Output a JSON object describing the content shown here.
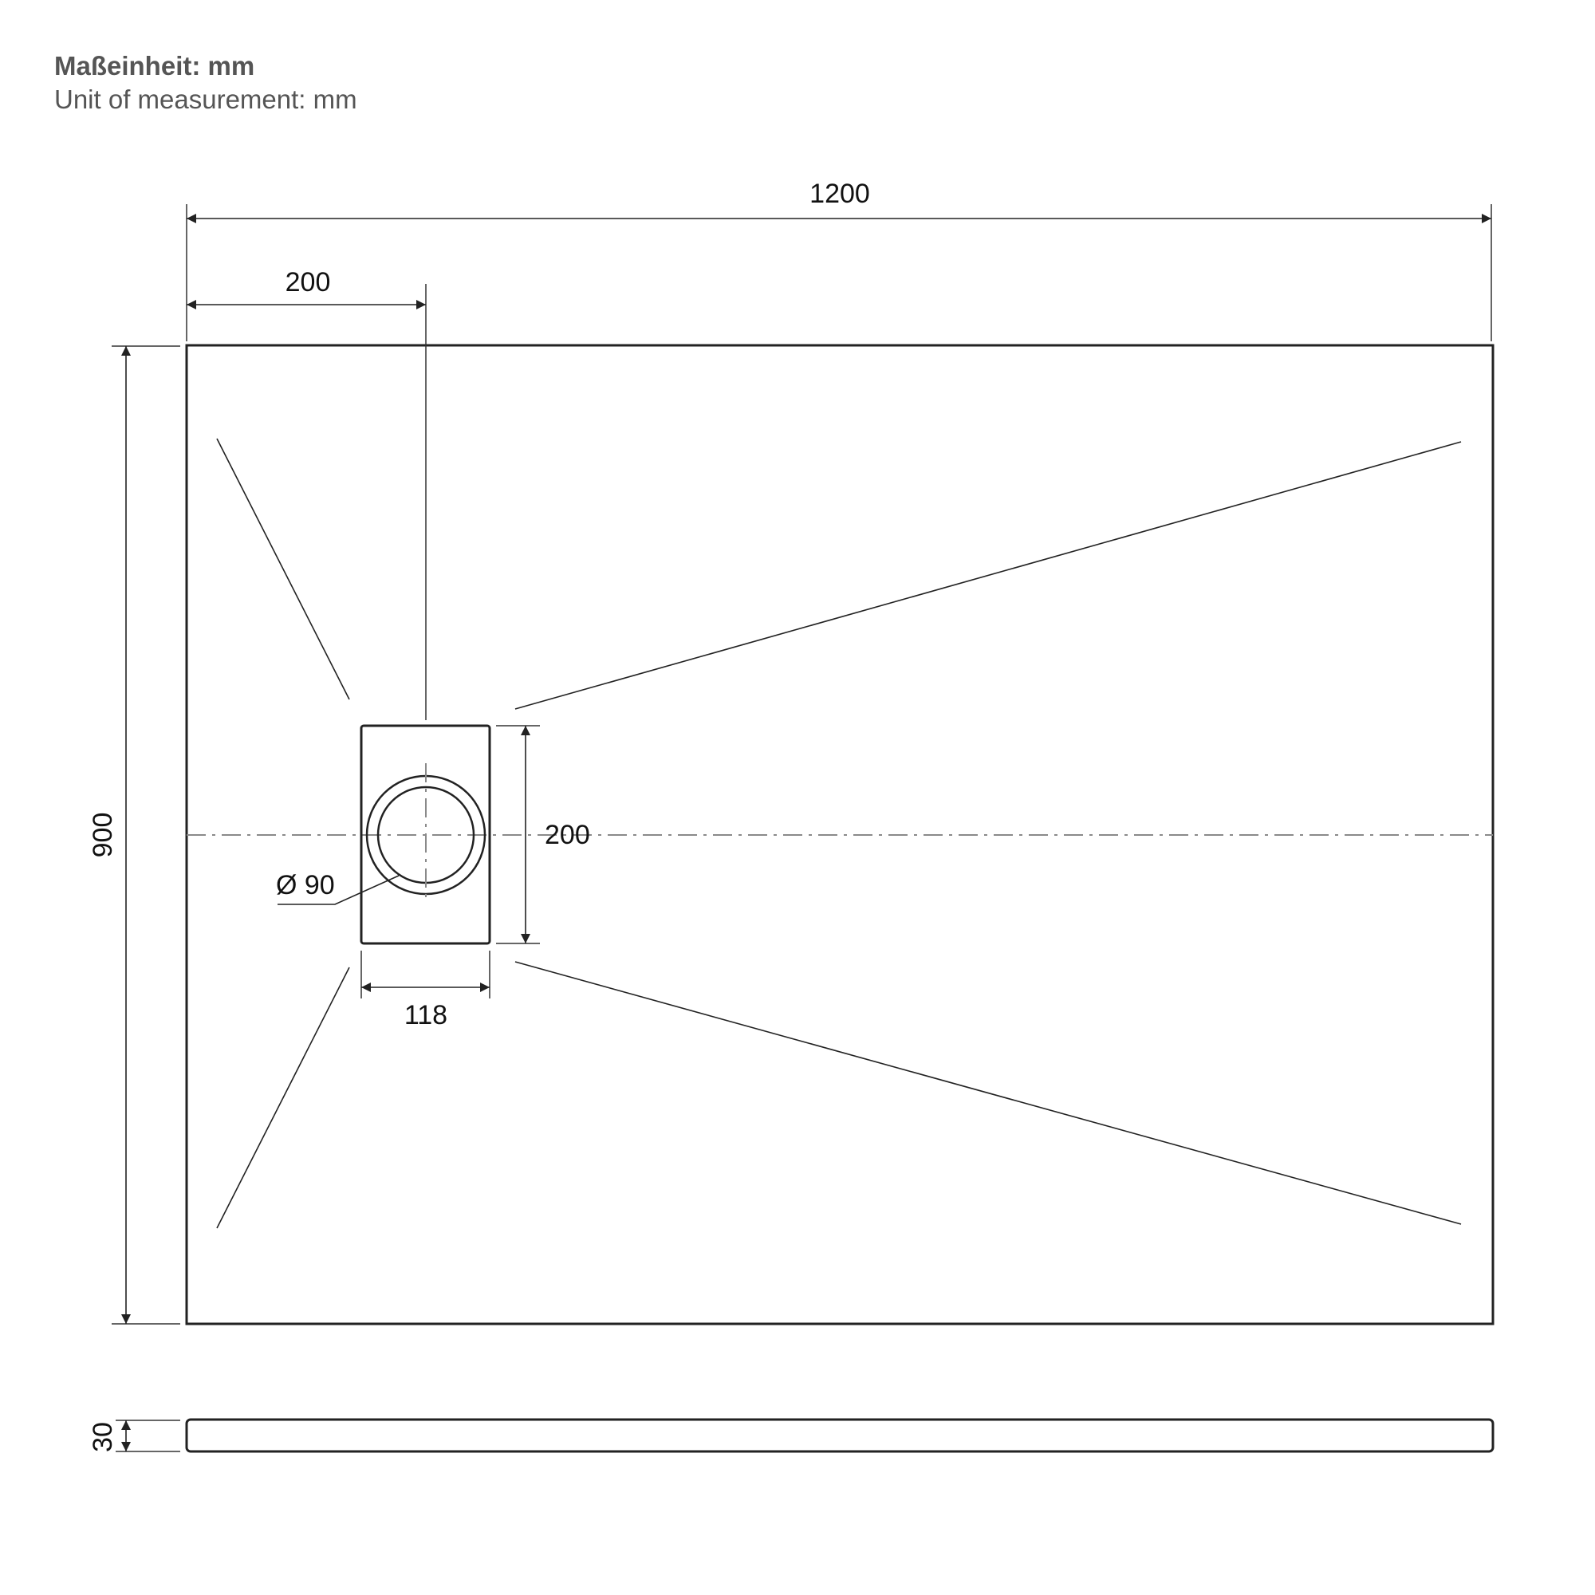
{
  "unit": {
    "label_de": "Maßeinheit: mm",
    "label_en": "Unit of measurement: mm"
  },
  "dimensions": {
    "length": "1200",
    "width": "900",
    "drain_offset": "200",
    "drain_height": "200",
    "drain_width": "118",
    "drain_diameter": "Ø 90",
    "thickness": "30"
  },
  "colors": {
    "line": "#222222",
    "text": "#111111",
    "header_text": "#555555",
    "centerline": "#8a8a8a"
  }
}
